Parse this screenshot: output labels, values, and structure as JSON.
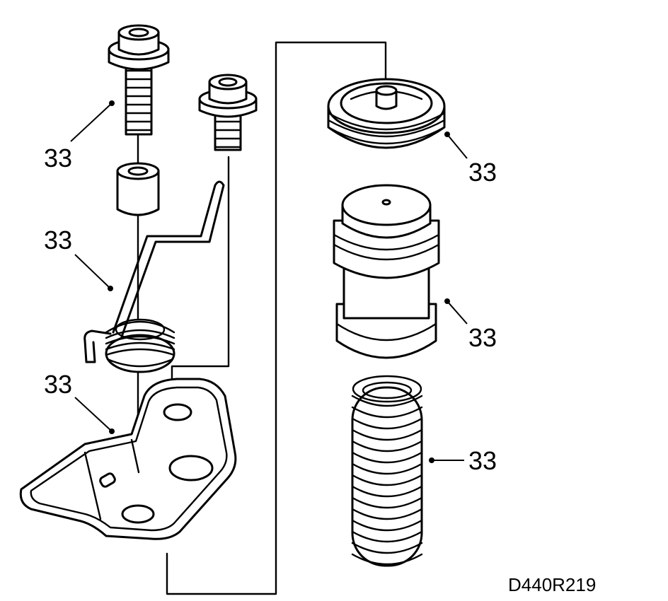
{
  "callouts": [
    {
      "id": "bolt-large",
      "label": "33"
    },
    {
      "id": "spring-lever",
      "label": "33"
    },
    {
      "id": "bracket-plate",
      "label": "33"
    },
    {
      "id": "cap-top",
      "label": "33"
    },
    {
      "id": "piston",
      "label": "33"
    },
    {
      "id": "coil-spring",
      "label": "33"
    }
  ],
  "figure_ref": "D440R219"
}
